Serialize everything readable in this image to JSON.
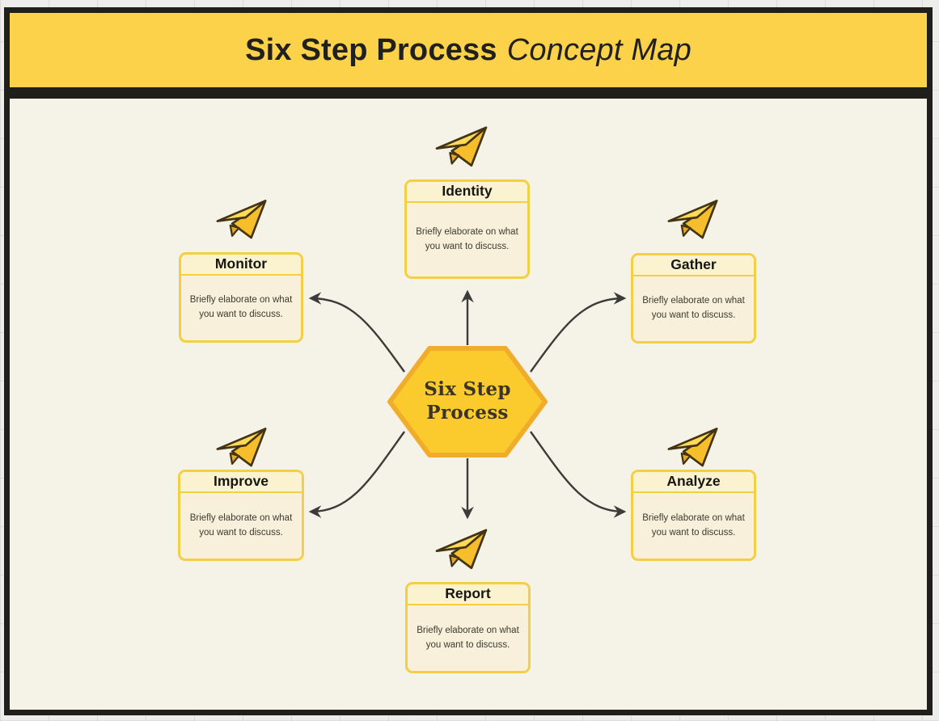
{
  "title": {
    "main": "Six Step Process",
    "accent": "Concept Map"
  },
  "center": {
    "line1": "Six Step",
    "line2": "Process"
  },
  "nodes": [
    {
      "id": "identity",
      "label": "Identity",
      "body": "Briefly elaborate on what you want to discuss."
    },
    {
      "id": "monitor",
      "label": "Monitor",
      "body": "Briefly elaborate on what you want to discuss."
    },
    {
      "id": "gather",
      "label": "Gather",
      "body": "Briefly elaborate on what you want to discuss."
    },
    {
      "id": "improve",
      "label": "Improve",
      "body": "Briefly elaborate on what you want to discuss."
    },
    {
      "id": "analyze",
      "label": "Analyze",
      "body": "Briefly elaborate on what you want to discuss."
    },
    {
      "id": "report",
      "label": "Report",
      "body": "Briefly elaborate on what you want to discuss."
    }
  ],
  "icons": {
    "decoration": "paper-plane-icon"
  },
  "colors": {
    "banner_fill": "#FBD24A",
    "frame_border": "#201F1C",
    "canvas_fill": "#F5F3E8",
    "node_border": "#F2CF45",
    "node_header_fill": "#FBF2CF",
    "node_body_fill": "#F8F0DA",
    "hexagon_fill": "#FBCA2D",
    "hexagon_border": "#F0AD2B",
    "connector": "#3B3B39",
    "title_text": "#21201C"
  }
}
